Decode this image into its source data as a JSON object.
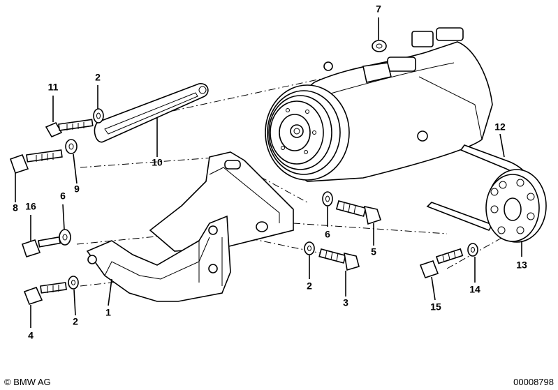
{
  "callouts": {
    "c1": "1",
    "c2a": "2",
    "c2b": "2",
    "c2c": "2",
    "c3": "3",
    "c4": "4",
    "c5": "5",
    "c6a": "6",
    "c6b": "6",
    "c7": "7",
    "c8": "8",
    "c9": "9",
    "c10": "10",
    "c11": "11",
    "c12": "12",
    "c13": "13",
    "c14": "14",
    "c15": "15",
    "c16": "16"
  },
  "footer": {
    "copyright": "© BMW AG",
    "drawing_number": "00008798"
  }
}
